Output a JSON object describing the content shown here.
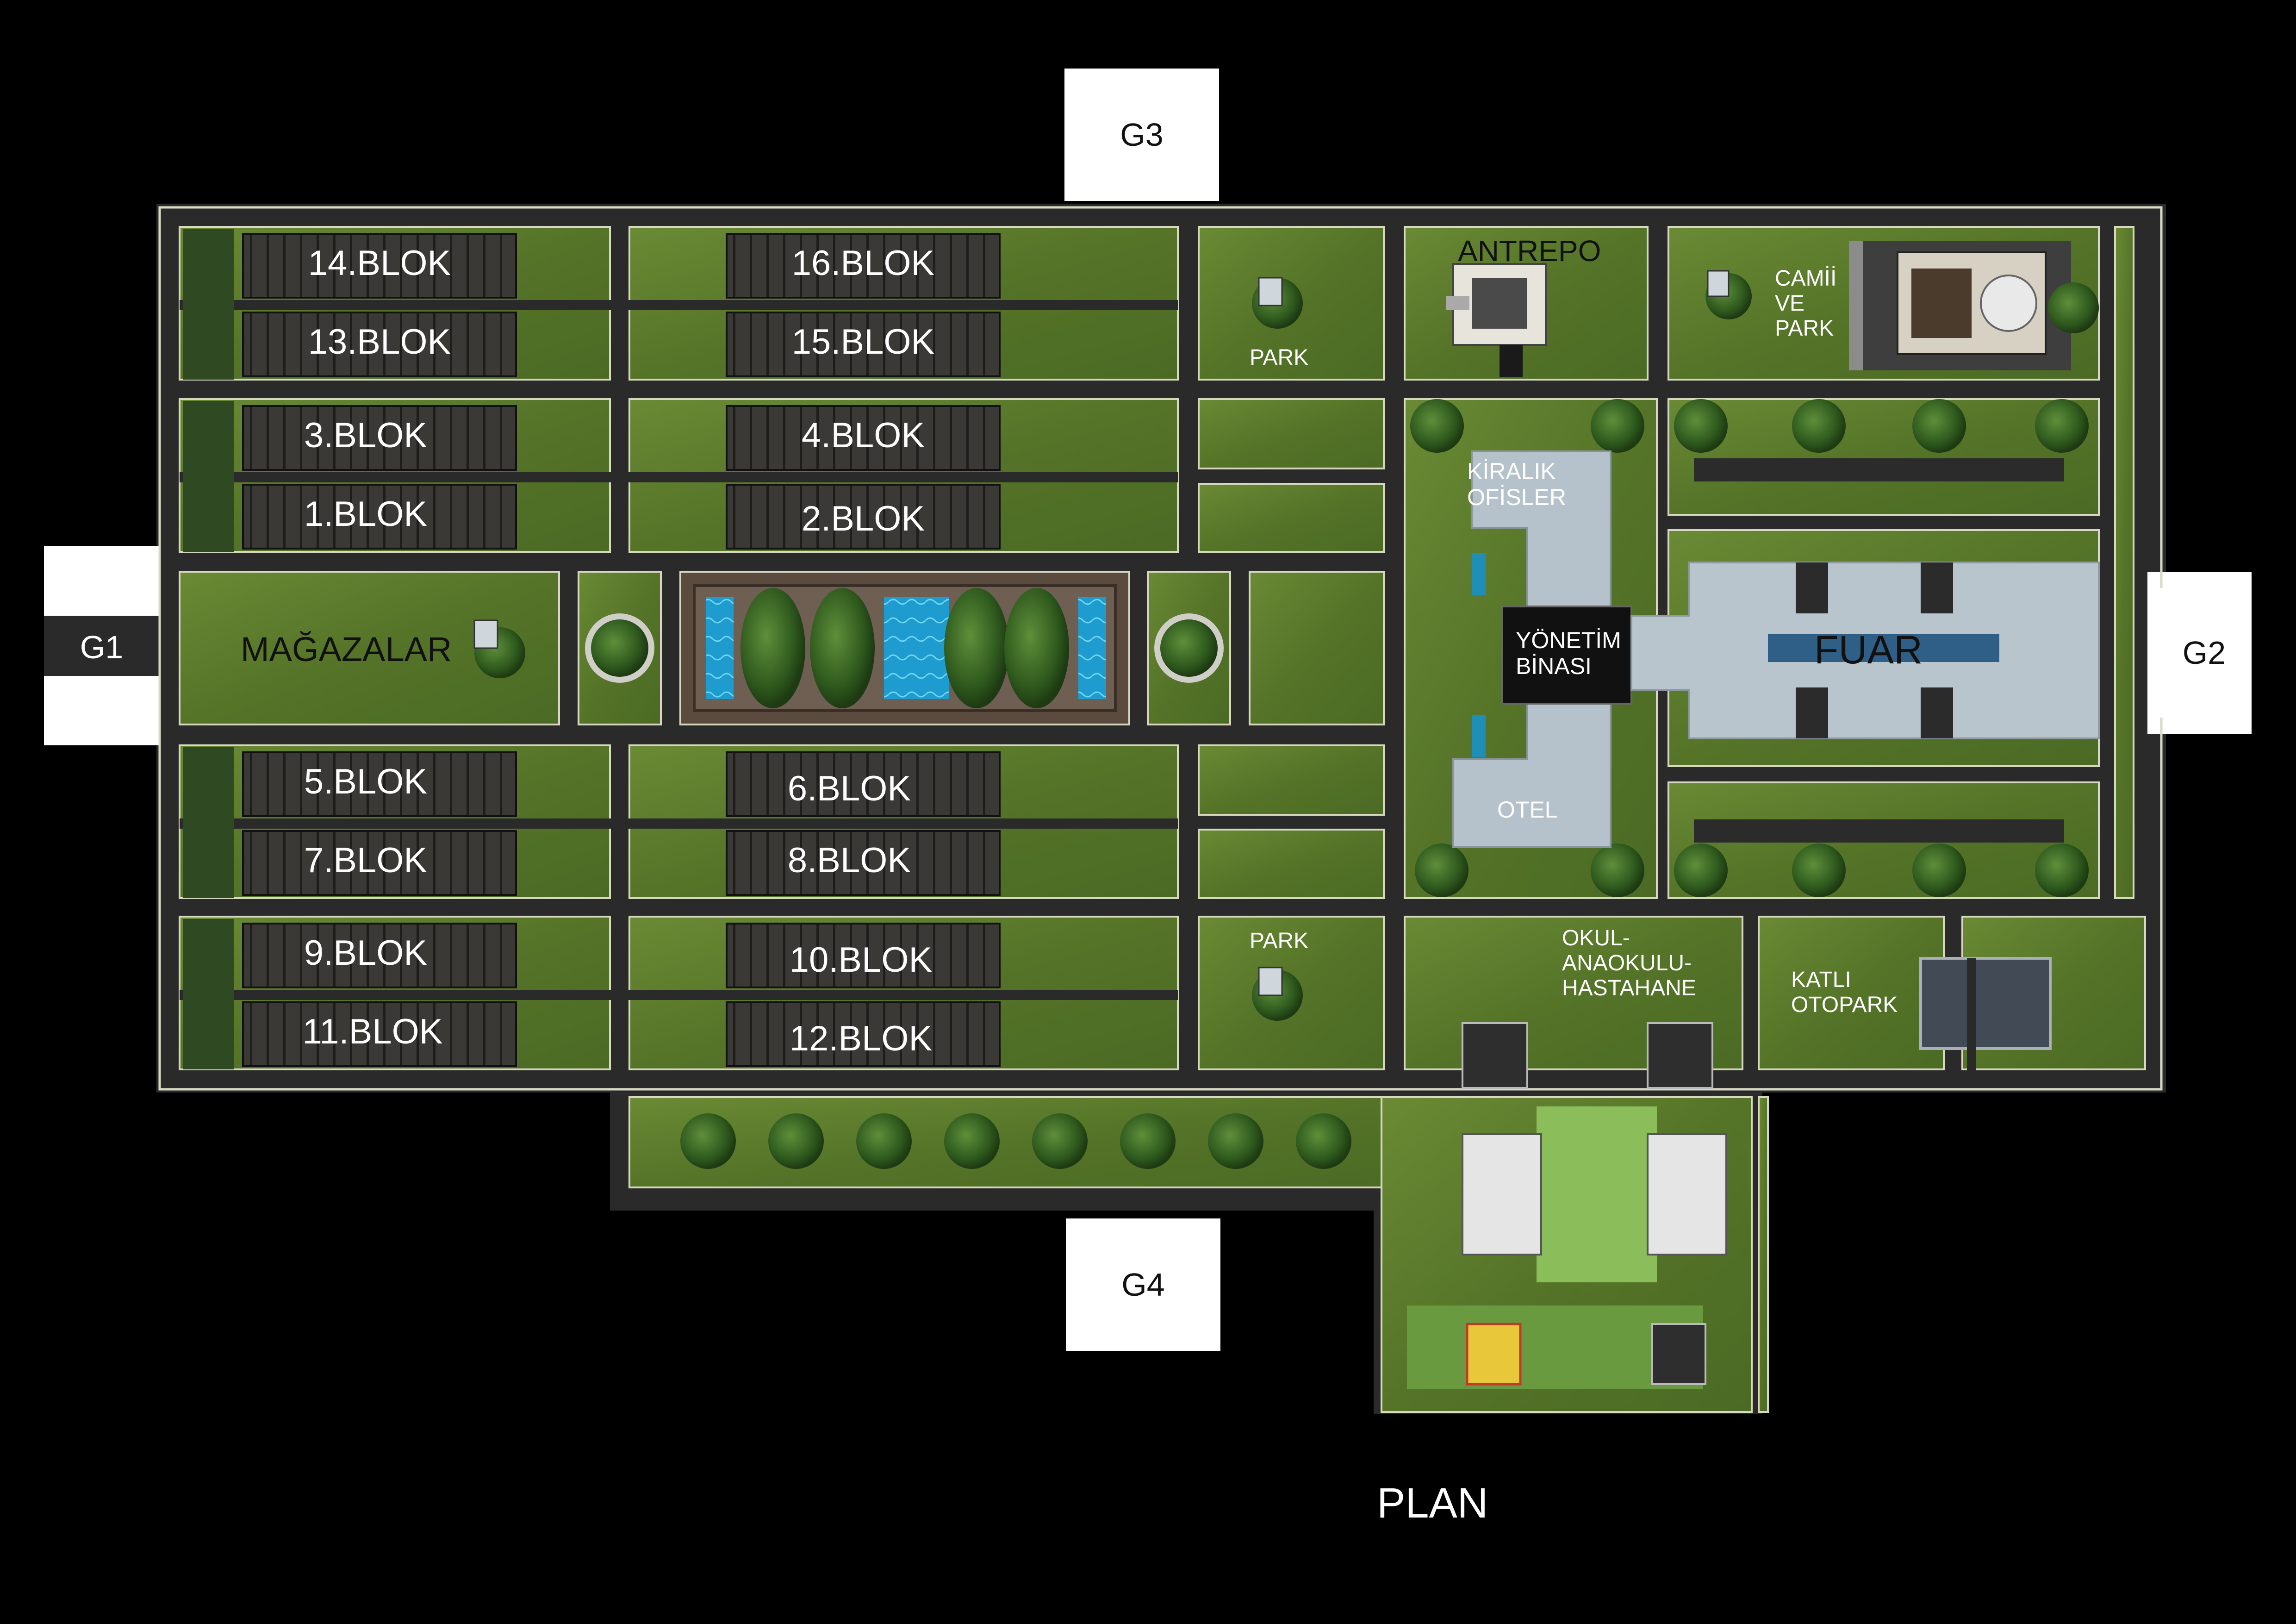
{
  "title": "PLAN",
  "gates": {
    "g1": "G1",
    "g2": "G2",
    "g3": "G3",
    "g4": "G4"
  },
  "blocks": {
    "b14": "14.BLOK",
    "b13": "13.BLOK",
    "b16": "16.BLOK",
    "b15": "15.BLOK",
    "b3": "3.BLOK",
    "b1": "1.BLOK",
    "b4": "4.BLOK",
    "b2": "2.BLOK",
    "b5": "5.BLOK",
    "b7": "7.BLOK",
    "b6": "6.BLOK",
    "b8": "8.BLOK",
    "b9": "9.BLOK",
    "b11": "11.BLOK",
    "b10": "10.BLOK",
    "b12": "12.BLOK"
  },
  "areas": {
    "magazalar": "MAĞAZALAR",
    "antrepo": "ANTREPO",
    "park_top": "PARK",
    "park_bottom": "PARK",
    "cami": "CAMİİ\nVE\nPARK",
    "kiralik": "KİRALIK\nOFİSLER",
    "yonetim": "YÖNETİM\nBİNASI",
    "otel": "OTEL",
    "fuar": "FUAR",
    "okul": "OKUL-\nANAOKULU-\nHASTAHANE",
    "otopark": "KATLI\nOTOPARK"
  },
  "colors": {
    "background": "#000000",
    "grass": "#5b7a2e",
    "road": "#262626",
    "building_roof": "#3a3835",
    "plaza": "#b7c3cb",
    "water": "#2aa8d0"
  }
}
